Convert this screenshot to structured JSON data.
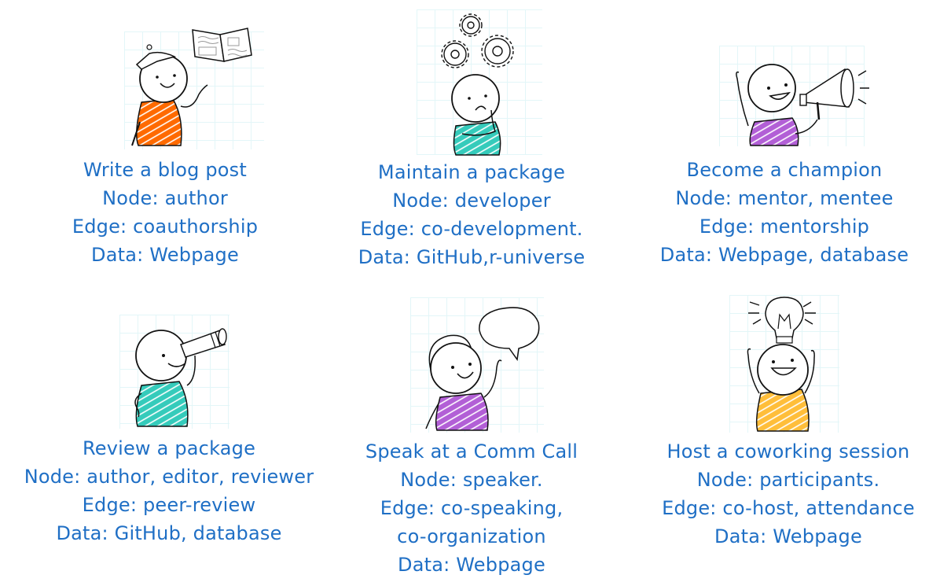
{
  "colors": {
    "text": "#1f6fc5",
    "grid": "#e3f6f8",
    "orange": "#ff6a00",
    "teal": "#35cbbb",
    "purple": "#b25fd6",
    "yellow": "#ffbe3a"
  },
  "cards": [
    {
      "illustration": "person-with-open-book",
      "title": "Write a blog post",
      "node": "Node: author",
      "edge": "Edge: coauthorship",
      "data": "Data: Webpage"
    },
    {
      "illustration": "person-thinking-with-gears",
      "title": "Maintain a package",
      "node": "Node: developer",
      "edge": "Edge: co-development.",
      "data": "Data: GitHub,r-universe"
    },
    {
      "illustration": "person-with-megaphone",
      "title": "Become a champion",
      "node": "Node: mentor, mentee",
      "edge": "Edge: mentorship",
      "data": "Data: Webpage, database"
    },
    {
      "illustration": "person-with-telescope",
      "title": "Review a package",
      "node": "Node: author, editor, reviewer",
      "edge": "Edge: peer-review",
      "data": "Data: GitHub, database"
    },
    {
      "illustration": "person-with-speech-bubble",
      "title": "Speak at a Comm Call",
      "node": "Node: speaker.",
      "edge": "Edge: co-speaking,",
      "edge2": "co-organization",
      "data": "Data: Webpage"
    },
    {
      "illustration": "person-with-lightbulb",
      "title": "Host a coworking session",
      "node": "Node: participants.",
      "edge": "Edge: co-host, attendance",
      "data": "Data: Webpage"
    }
  ]
}
